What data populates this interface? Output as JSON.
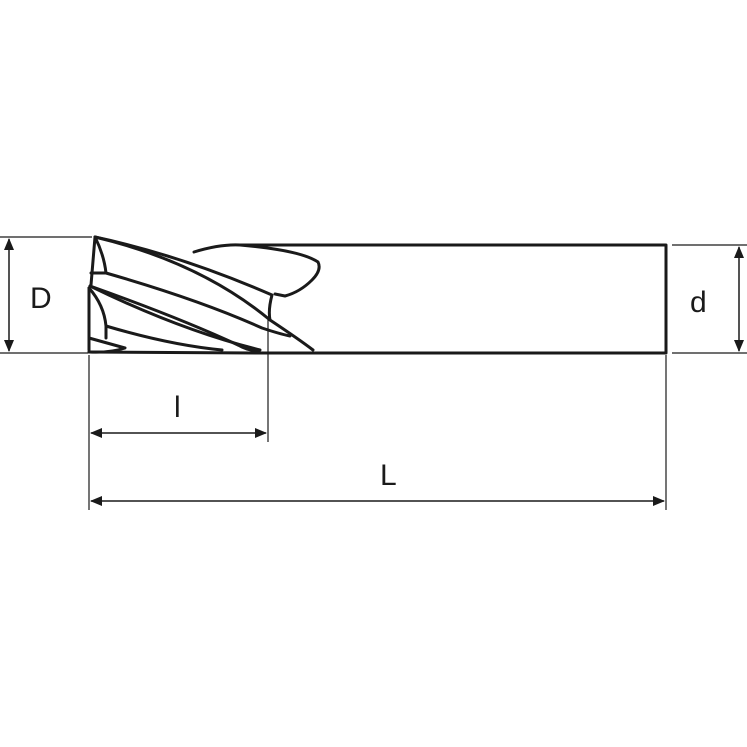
{
  "drawing": {
    "subject": "End mill (3-flute) technical drawing",
    "line_color": "#1a1a1a",
    "background": "#ffffff"
  },
  "dimensions": {
    "cutting_diameter": {
      "label": "D"
    },
    "shank_diameter": {
      "label": "d"
    },
    "flute_length": {
      "label": "l"
    },
    "overall_length": {
      "label": "L"
    }
  }
}
